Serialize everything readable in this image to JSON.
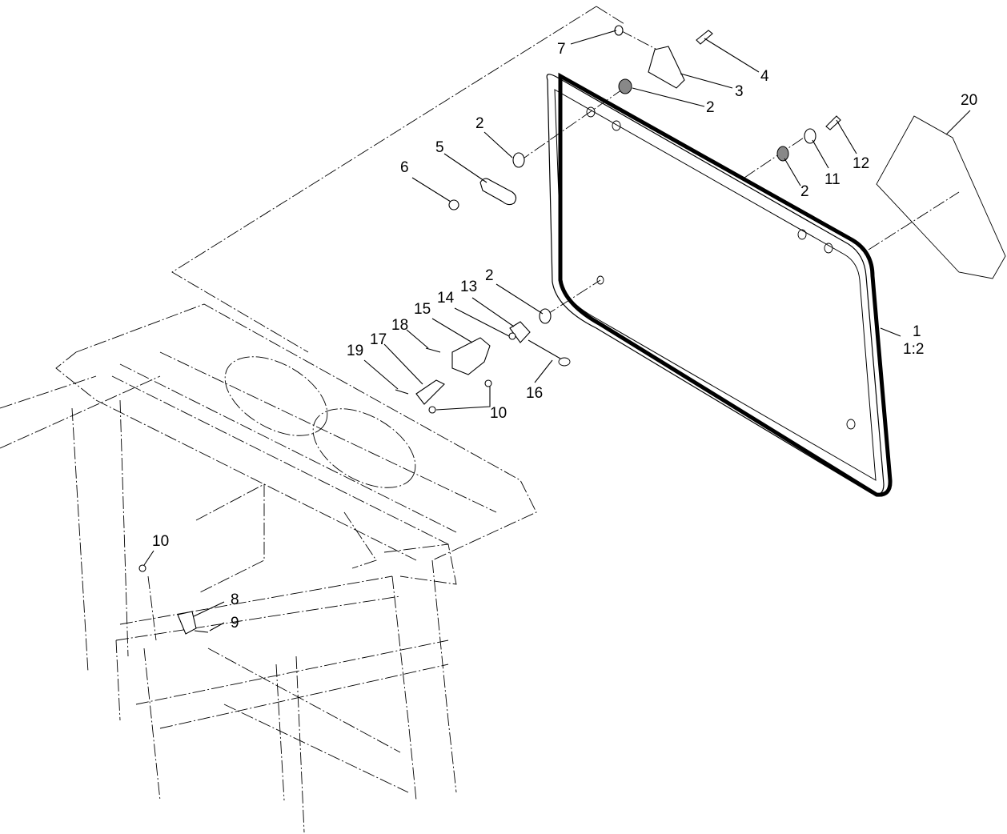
{
  "callouts": {
    "c1": "1",
    "c1b": "1:2",
    "c2a": "2",
    "c2b": "2",
    "c2c": "2",
    "c2d": "2",
    "c3": "3",
    "c4": "4",
    "c5": "5",
    "c6": "6",
    "c7": "7",
    "c8": "8",
    "c9": "9",
    "c10a": "10",
    "c10b": "10",
    "c11": "11",
    "c12": "12",
    "c13": "13",
    "c14": "14",
    "c15": "15",
    "c16": "16",
    "c17": "17",
    "c18": "18",
    "c19": "19",
    "c20": "20"
  }
}
